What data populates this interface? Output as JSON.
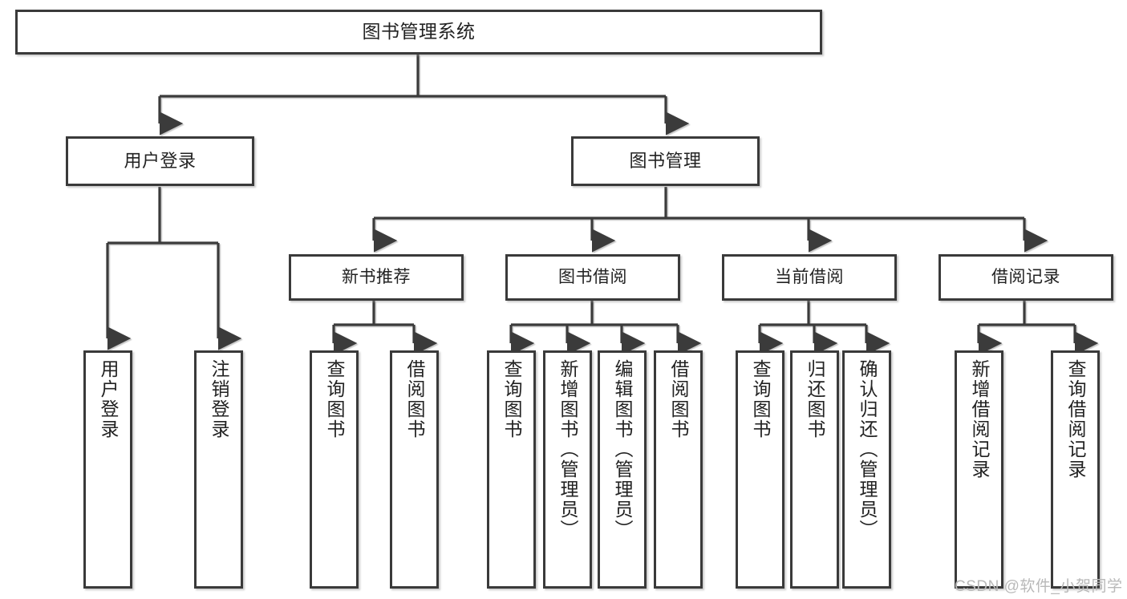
{
  "diagram": {
    "type": "tree-hierarchy-flowchart",
    "title": "图书管理系统",
    "stroke_color": "#3a3a3a",
    "background_color": "#ffffff",
    "text_color": "#222222",
    "levels": {
      "root": {
        "label": "图书管理系统"
      },
      "level2": [
        {
          "id": "user-login",
          "label": "用户登录"
        },
        {
          "id": "book-management",
          "label": "图书管理"
        }
      ],
      "level3": [
        {
          "id": "new-book-recommend",
          "label": "新书推荐",
          "parent": "book-management"
        },
        {
          "id": "book-borrow",
          "label": "图书借阅",
          "parent": "book-management"
        },
        {
          "id": "current-borrow",
          "label": "当前借阅",
          "parent": "book-management"
        },
        {
          "id": "borrow-record",
          "label": "借阅记录",
          "parent": "book-management"
        }
      ],
      "leaves": [
        {
          "id": "leaf-user-login",
          "label": "用户登录",
          "parent": "user-login"
        },
        {
          "id": "leaf-logout-login",
          "label": "注销登录",
          "parent": "user-login"
        },
        {
          "id": "leaf-query-book-1",
          "label": "查询图书",
          "parent": "new-book-recommend"
        },
        {
          "id": "leaf-borrow-book-1",
          "label": "借阅图书",
          "parent": "new-book-recommend"
        },
        {
          "id": "leaf-query-book-2",
          "label": "查询图书",
          "parent": "book-borrow"
        },
        {
          "id": "leaf-add-book",
          "label": "新增图书（管理员）",
          "parent": "book-borrow"
        },
        {
          "id": "leaf-edit-book",
          "label": "编辑图书（管理员）",
          "parent": "book-borrow"
        },
        {
          "id": "leaf-borrow-book-2",
          "label": "借阅图书",
          "parent": "book-borrow"
        },
        {
          "id": "leaf-query-book-3",
          "label": "查询图书",
          "parent": "current-borrow"
        },
        {
          "id": "leaf-return-book",
          "label": "归还图书",
          "parent": "current-borrow"
        },
        {
          "id": "leaf-confirm-return",
          "label": "确认归还（管理员）",
          "parent": "current-borrow"
        },
        {
          "id": "leaf-add-record",
          "label": "新增借阅记录",
          "parent": "borrow-record"
        },
        {
          "id": "leaf-query-record",
          "label": "查询借阅记录",
          "parent": "borrow-record"
        }
      ]
    }
  },
  "watermark": {
    "text": "CSDN @软件_小贺同学"
  }
}
